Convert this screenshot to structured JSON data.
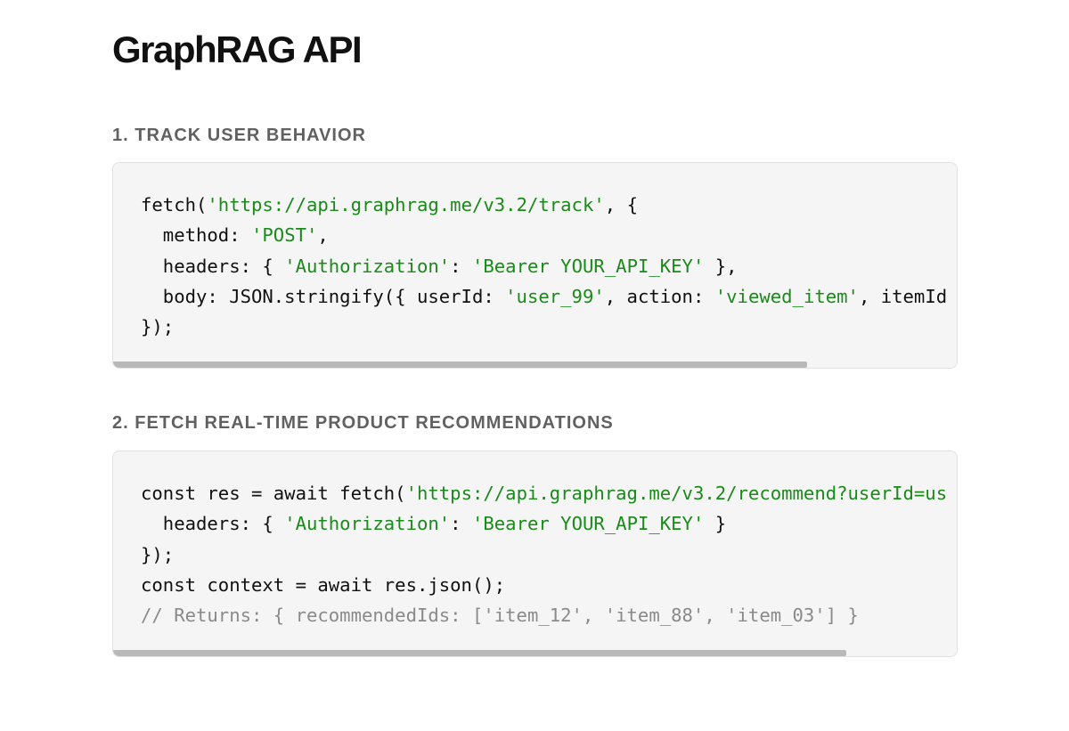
{
  "page": {
    "title": "GraphRAG API"
  },
  "sections": [
    {
      "heading": "1. TRACK USER BEHAVIOR",
      "code_lines": [
        [
          {
            "t": "fetch(",
            "k": "plain"
          },
          {
            "t": "'https://api.graphrag.me/v3.2/track'",
            "k": "str"
          },
          {
            "t": ", {",
            "k": "plain"
          }
        ],
        [
          {
            "t": "  method: ",
            "k": "plain"
          },
          {
            "t": "'POST'",
            "k": "str"
          },
          {
            "t": ",",
            "k": "plain"
          }
        ],
        [
          {
            "t": "  headers: { ",
            "k": "plain"
          },
          {
            "t": "'Authorization'",
            "k": "str"
          },
          {
            "t": ": ",
            "k": "plain"
          },
          {
            "t": "'Bearer YOUR_API_KEY'",
            "k": "str"
          },
          {
            "t": " },",
            "k": "plain"
          }
        ],
        [
          {
            "t": "  body: JSON.stringify({ userId: ",
            "k": "plain"
          },
          {
            "t": "'user_99'",
            "k": "str"
          },
          {
            "t": ", action: ",
            "k": "plain"
          },
          {
            "t": "'viewed_item'",
            "k": "str"
          },
          {
            "t": ", itemId",
            "k": "plain"
          }
        ],
        [
          {
            "t": "});",
            "k": "plain"
          }
        ]
      ]
    },
    {
      "heading": "2. FETCH REAL-TIME PRODUCT RECOMMENDATIONS",
      "code_lines": [
        [
          {
            "t": "const res = await fetch(",
            "k": "plain"
          },
          {
            "t": "'https://api.graphrag.me/v3.2/recommend?userId=us",
            "k": "str"
          }
        ],
        [
          {
            "t": "  headers: { ",
            "k": "plain"
          },
          {
            "t": "'Authorization'",
            "k": "str"
          },
          {
            "t": ": ",
            "k": "plain"
          },
          {
            "t": "'Bearer YOUR_API_KEY'",
            "k": "str"
          },
          {
            "t": " }",
            "k": "plain"
          }
        ],
        [
          {
            "t": "});",
            "k": "plain"
          }
        ],
        [
          {
            "t": "const context = await res.json();",
            "k": "plain"
          }
        ],
        [
          {
            "t": "// Returns: { recommendedIds: ['item_12', 'item_88', 'item_03'] }",
            "k": "comment"
          }
        ]
      ]
    }
  ],
  "colors": {
    "string": "#1a8a1a",
    "comment": "#8a8a8a",
    "heading": "#616161",
    "code_background": "#f5f5f5",
    "scroll_thumb": "#b9b9b9"
  }
}
